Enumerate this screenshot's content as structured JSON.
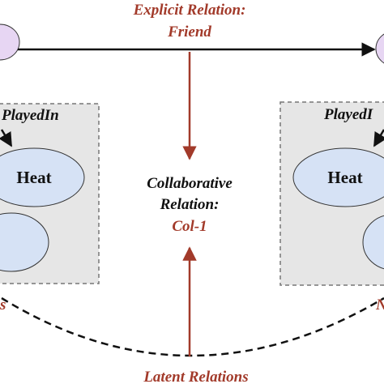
{
  "explicit": {
    "line1": "Explicit Relation:",
    "line2": "Friend"
  },
  "left_group": {
    "edge_label": "PlayedIn",
    "node_top": "Heat",
    "below_label": "s"
  },
  "right_group": {
    "edge_label": "PlayedI",
    "node_top": "Heat",
    "below_label": "N"
  },
  "collaborative": {
    "line1": "Collaborative",
    "line2": "Relation:",
    "name": "Col-1"
  },
  "latent": {
    "label": "Latent Relations"
  },
  "colors": {
    "user_node_fill": "#e7d6f3",
    "team_node_fill": "#d6e2f5",
    "group_box_fill": "#e6e6e6",
    "relation_red": "#a23a2a",
    "dark": "#111111"
  }
}
